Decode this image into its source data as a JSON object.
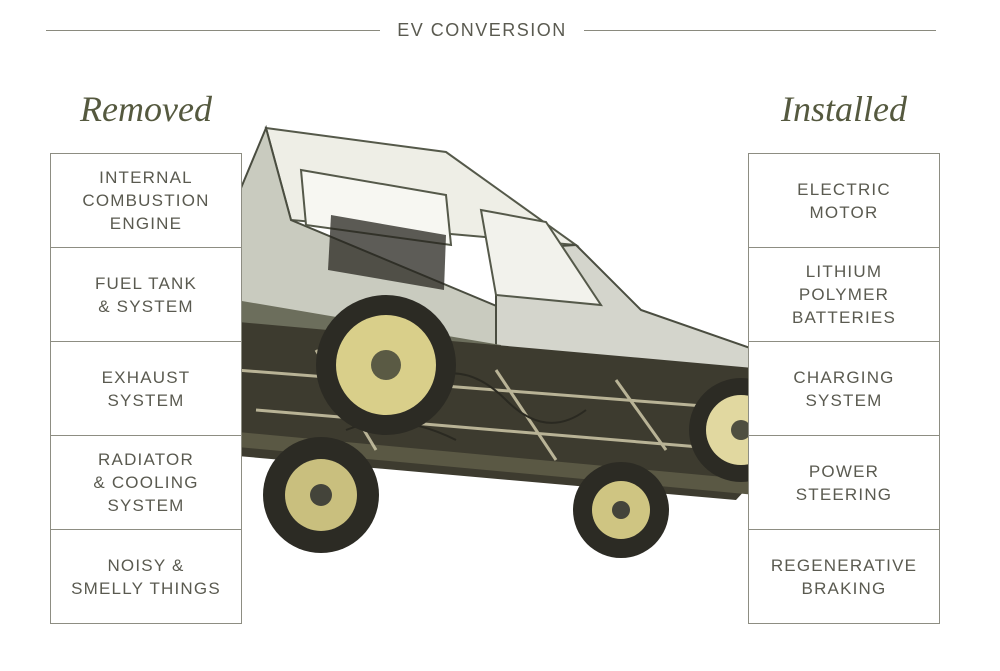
{
  "header": {
    "title": "EV CONVERSION"
  },
  "removed": {
    "title": "Removed",
    "items": [
      "INTERNAL\nCOMBUSTION\nENGINE",
      "FUEL TANK\n& SYSTEM",
      "EXHAUST\nSYSTEM",
      "RADIATOR\n& COOLING\nSYSTEM",
      "NOISY &\nSMELLY THINGS"
    ]
  },
  "installed": {
    "title": "Installed",
    "items": [
      "ELECTRIC\nMOTOR",
      "LITHIUM\nPOLYMER\nBATTERIES",
      "CHARGING\nSYSTEM",
      "POWER\nSTEERING",
      "REGENERATIVE\nBRAKING"
    ]
  },
  "colors": {
    "heading": "#55593f",
    "text": "#5a5a50",
    "border": "#8d8d82",
    "body_paint": "#c9cbbf",
    "chassis": "#3d3b2f",
    "hub": "#d9cf8a"
  },
  "illustration": {
    "icon": "land-rover-cutaway-icon"
  }
}
